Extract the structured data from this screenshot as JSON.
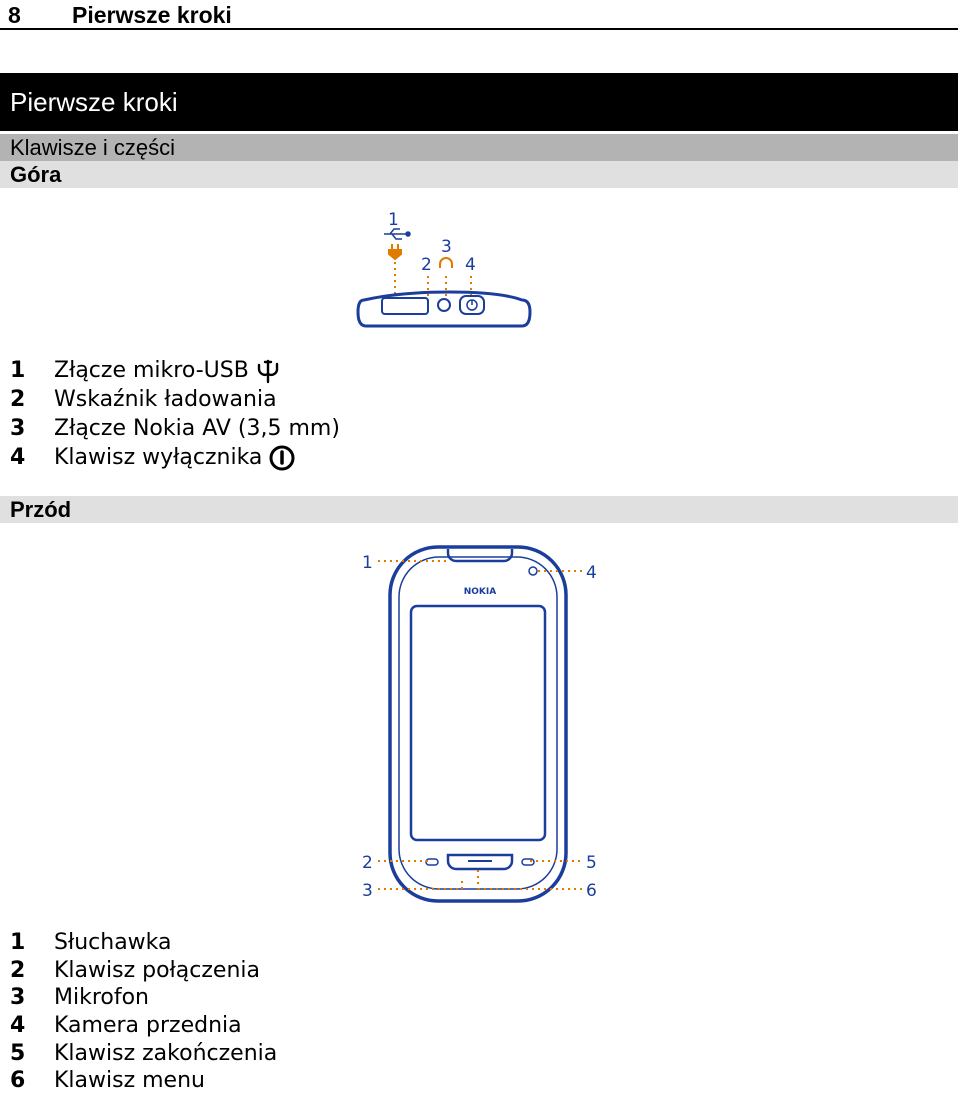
{
  "header": {
    "page_number": "8",
    "title": "Pierwsze kroki"
  },
  "chapter": {
    "title": "Pierwsze kroki"
  },
  "section": {
    "title": "Klawisze i części"
  },
  "top_view": {
    "heading": "Góra",
    "callouts": [
      "1",
      "2",
      "3",
      "4"
    ],
    "items": [
      {
        "num": "1",
        "label": "Złącze mikro-USB",
        "icon": "usb-icon"
      },
      {
        "num": "2",
        "label": "Wskaźnik ładowania"
      },
      {
        "num": "3",
        "label": "Złącze Nokia AV (3,5 mm)"
      },
      {
        "num": "4",
        "label": "Klawisz wyłącznika",
        "icon": "power-icon"
      }
    ]
  },
  "front_view": {
    "heading": "Przód",
    "brand": "NOKIA",
    "callouts": [
      "1",
      "2",
      "3",
      "4",
      "5",
      "6"
    ],
    "items": [
      {
        "num": "1",
        "label": "Słuchawka"
      },
      {
        "num": "2",
        "label": "Klawisz połączenia"
      },
      {
        "num": "3",
        "label": "Mikrofon"
      },
      {
        "num": "4",
        "label": "Kamera przednia"
      },
      {
        "num": "5",
        "label": "Klawisz zakończenia"
      },
      {
        "num": "6",
        "label": "Klawisz menu"
      }
    ]
  },
  "colors": {
    "outline": "#1b3d9c",
    "accent": "#e07b00",
    "callout_text": "#1b3d9c"
  }
}
